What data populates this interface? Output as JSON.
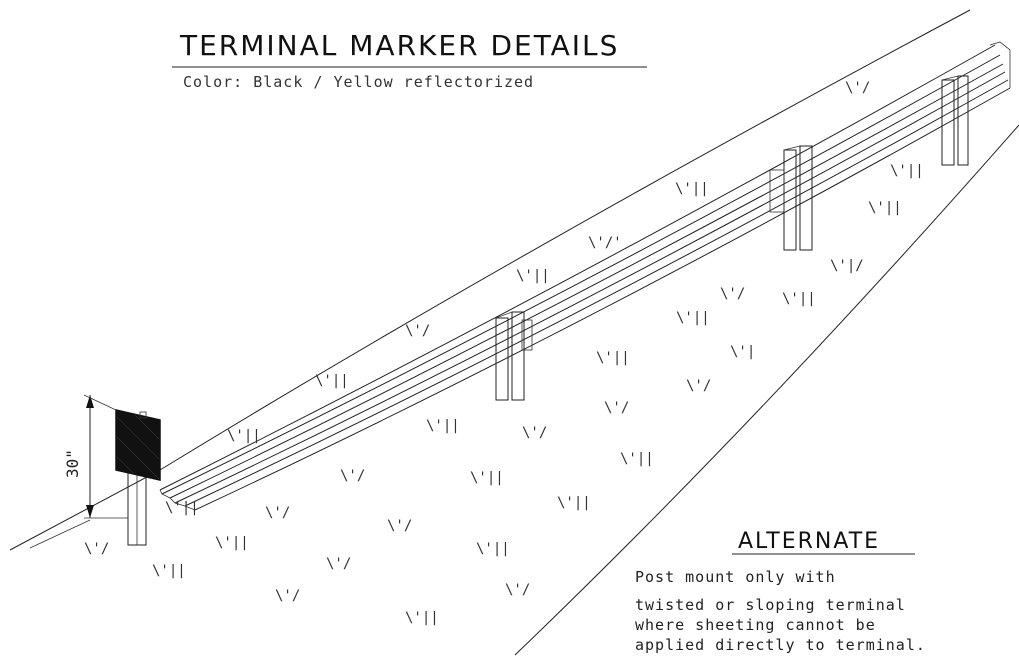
{
  "title": "TERMINAL MARKER DETAILS",
  "subtitle": "Color: Black / Yellow reflectorized",
  "dimension_label": "30\"",
  "alternate": {
    "heading": "ALTERNATE",
    "note_lines": [
      "Post mount only with",
      "twisted or sloping terminal",
      "where sheeting cannot be",
      "applied directly to terminal."
    ]
  },
  "grass_marks": [
    "\\'/",
    "\\'||",
    "\\'||",
    "\\'||",
    "\\'/'",
    "\\'||",
    "\\'|/",
    "\\'/",
    "\\'||",
    "\\'||",
    "\\'/",
    "\\'||",
    "\\'|",
    "\\'/",
    "\\'||",
    "\\'/",
    "\\'/",
    "\\'||",
    "\\'||",
    "\\'||",
    "\\'/",
    "\\'||",
    "\\'||",
    "\\'/",
    "\\'||",
    "\\'/",
    "\\'||",
    "\\'||",
    "\\'/",
    "\\'||",
    "\\'/",
    "\\'/",
    "\\'/",
    "\\'||"
  ]
}
